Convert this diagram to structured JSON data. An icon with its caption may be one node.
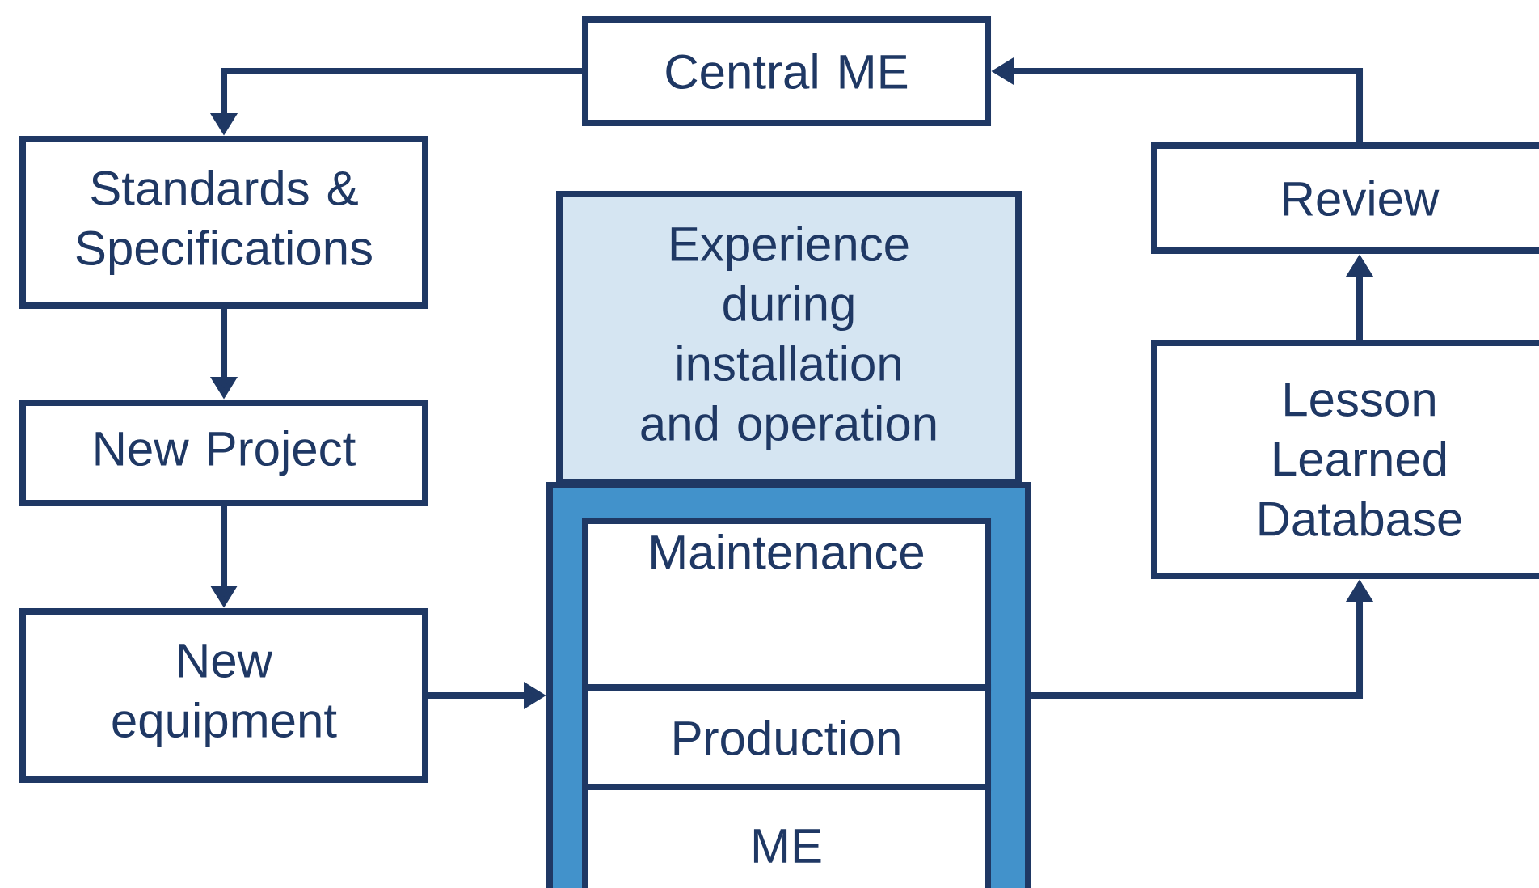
{
  "diagram": {
    "nodes": [
      {
        "text": [
          "Central ME"
        ]
      },
      {
        "text": [
          "Standards & Specifications"
        ]
      },
      {
        "text": [
          "New Project"
        ]
      },
      {
        "text": [
          "New equipment"
        ]
      },
      {
        "text": [
          "Experience during installation and operation"
        ]
      },
      {
        "text": [],
        "shape": "box"
      },
      {
        "text": [
          "Maintenance"
        ],
        "in": 5
      },
      {
        "text": [
          "Production"
        ],
        "in": 5
      },
      {
        "text": [
          "ME"
        ],
        "in": 5
      },
      {
        "text": [
          "Review"
        ]
      },
      {
        "text": [
          "Lesson Learned Database"
        ]
      }
    ],
    "edges": [
      {
        "from": 0,
        "to": 1,
        "arrow": "to"
      },
      {
        "from": 1,
        "to": 2,
        "arrow": "to"
      },
      {
        "from": 2,
        "to": 3,
        "arrow": "to"
      },
      {
        "from": 3,
        "to": 5,
        "arrow": "to"
      },
      {
        "from": 5,
        "to": 10,
        "arrow": "to"
      },
      {
        "from": 10,
        "to": 9,
        "arrow": "to"
      },
      {
        "from": 9,
        "to": 0,
        "arrow": "to"
      }
    ]
  }
}
